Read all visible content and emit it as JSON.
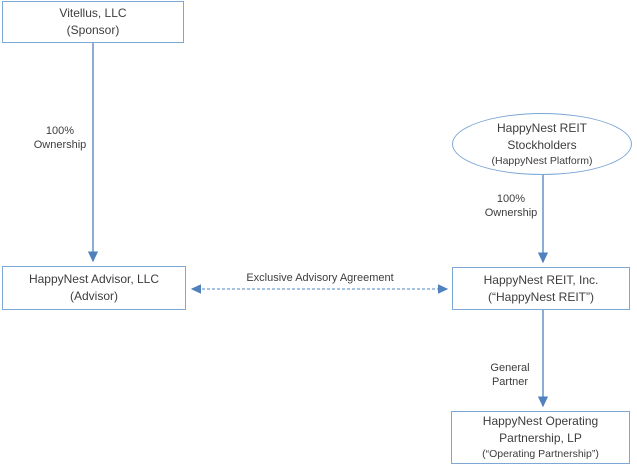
{
  "diagram": {
    "nodes": {
      "sponsor": {
        "line1": "Vitellus, LLC",
        "line2": "(Sponsor)"
      },
      "advisor": {
        "line1": "HappyNest Advisor, LLC",
        "line2": "(Advisor)"
      },
      "stockholders": {
        "line1": "HappyNest REIT",
        "line2": "Stockholders",
        "line3": "(HappyNest Platform)"
      },
      "reit": {
        "line1": "HappyNest REIT, Inc.",
        "line2": "(“HappyNest REIT”)"
      },
      "operating_partnership": {
        "line1": "HappyNest Operating",
        "line2": "Partnership, LP",
        "line3": "(“Operating Partnership”)"
      }
    },
    "edges": {
      "sponsor_to_advisor": {
        "label_line1": "100%",
        "label_line2": "Ownership"
      },
      "stockholders_to_reit": {
        "label_line1": "100%",
        "label_line2": "Ownership"
      },
      "advisor_reit_agreement": {
        "label": "Exclusive Advisory Agreement"
      },
      "reit_to_operating_partnership": {
        "label_line1": "General",
        "label_line2": "Partner"
      }
    },
    "colors": {
      "box_border": "#7da7d4",
      "arrow": "#4f81bd",
      "dashed_line": "#6fa0d4",
      "text": "#3d3d3d",
      "background": "#ffffff"
    }
  }
}
